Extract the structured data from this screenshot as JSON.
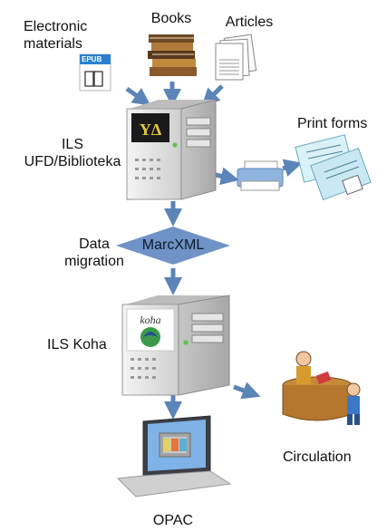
{
  "sources": {
    "electronic": "Electronic\nmaterials",
    "books": "Books",
    "articles": "Articles"
  },
  "ils_ufd": "ILS\nUFD/Biblioteka",
  "print_forms": "Print forms",
  "data_migration": "Data\nmigration",
  "marcxml": "MarcXML",
  "ils_koha": "ILS Koha",
  "circulation": "Circulation",
  "opac": "OPAC",
  "icons": {
    "epub_badge": "EPUB",
    "koha_logo": "koha"
  },
  "colors": {
    "arrow": "#5b84b8",
    "diamond": "#6f93c6",
    "server_body": "#e3e3e3",
    "power_led": "#5cc24c"
  }
}
